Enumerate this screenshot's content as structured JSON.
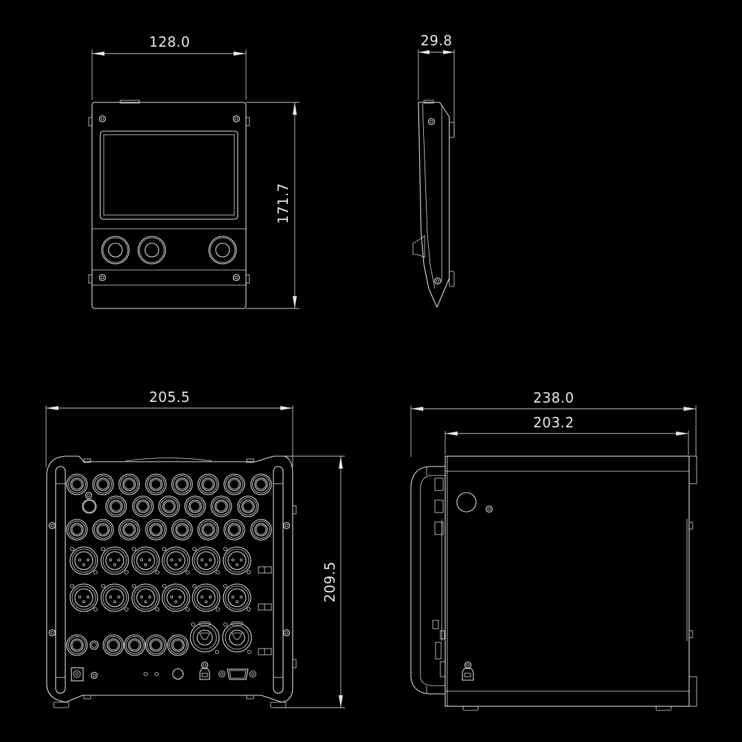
{
  "drawing": {
    "units": "mm",
    "views": [
      {
        "id": "front-panel",
        "name": "Front view (control panel)",
        "dimensions": {
          "width": "128.0",
          "height": "171.7"
        }
      },
      {
        "id": "side-profile",
        "name": "Side profile",
        "dimensions": {
          "depth": "29.8"
        }
      },
      {
        "id": "rear-panel",
        "name": "Rear view (I/O panel)",
        "dimensions": {
          "width": "205.5",
          "height": "209.5"
        }
      },
      {
        "id": "side-view",
        "name": "Side view",
        "dimensions": {
          "overall_length": "238.0",
          "body_length": "203.2"
        }
      }
    ]
  },
  "labels": {
    "front_width": "128.0",
    "front_height": "171.7",
    "profile_depth": "29.8",
    "rear_width": "205.5",
    "rear_height": "209.5",
    "side_overall": "238.0",
    "side_body": "203.2"
  },
  "rear_panel_connectors": {
    "trs_row1_count": 8,
    "trs_row2_count": 6,
    "trs_row3_count": 8,
    "xlr_row1_count": 6,
    "xlr_row2_count": 6,
    "bottom_trs_count": 5,
    "combo_jacks": 2,
    "usb_b": 1,
    "db9": 1,
    "dc_in": 1
  },
  "colors": {
    "background": "#000000",
    "line": "#e6e6e6"
  }
}
